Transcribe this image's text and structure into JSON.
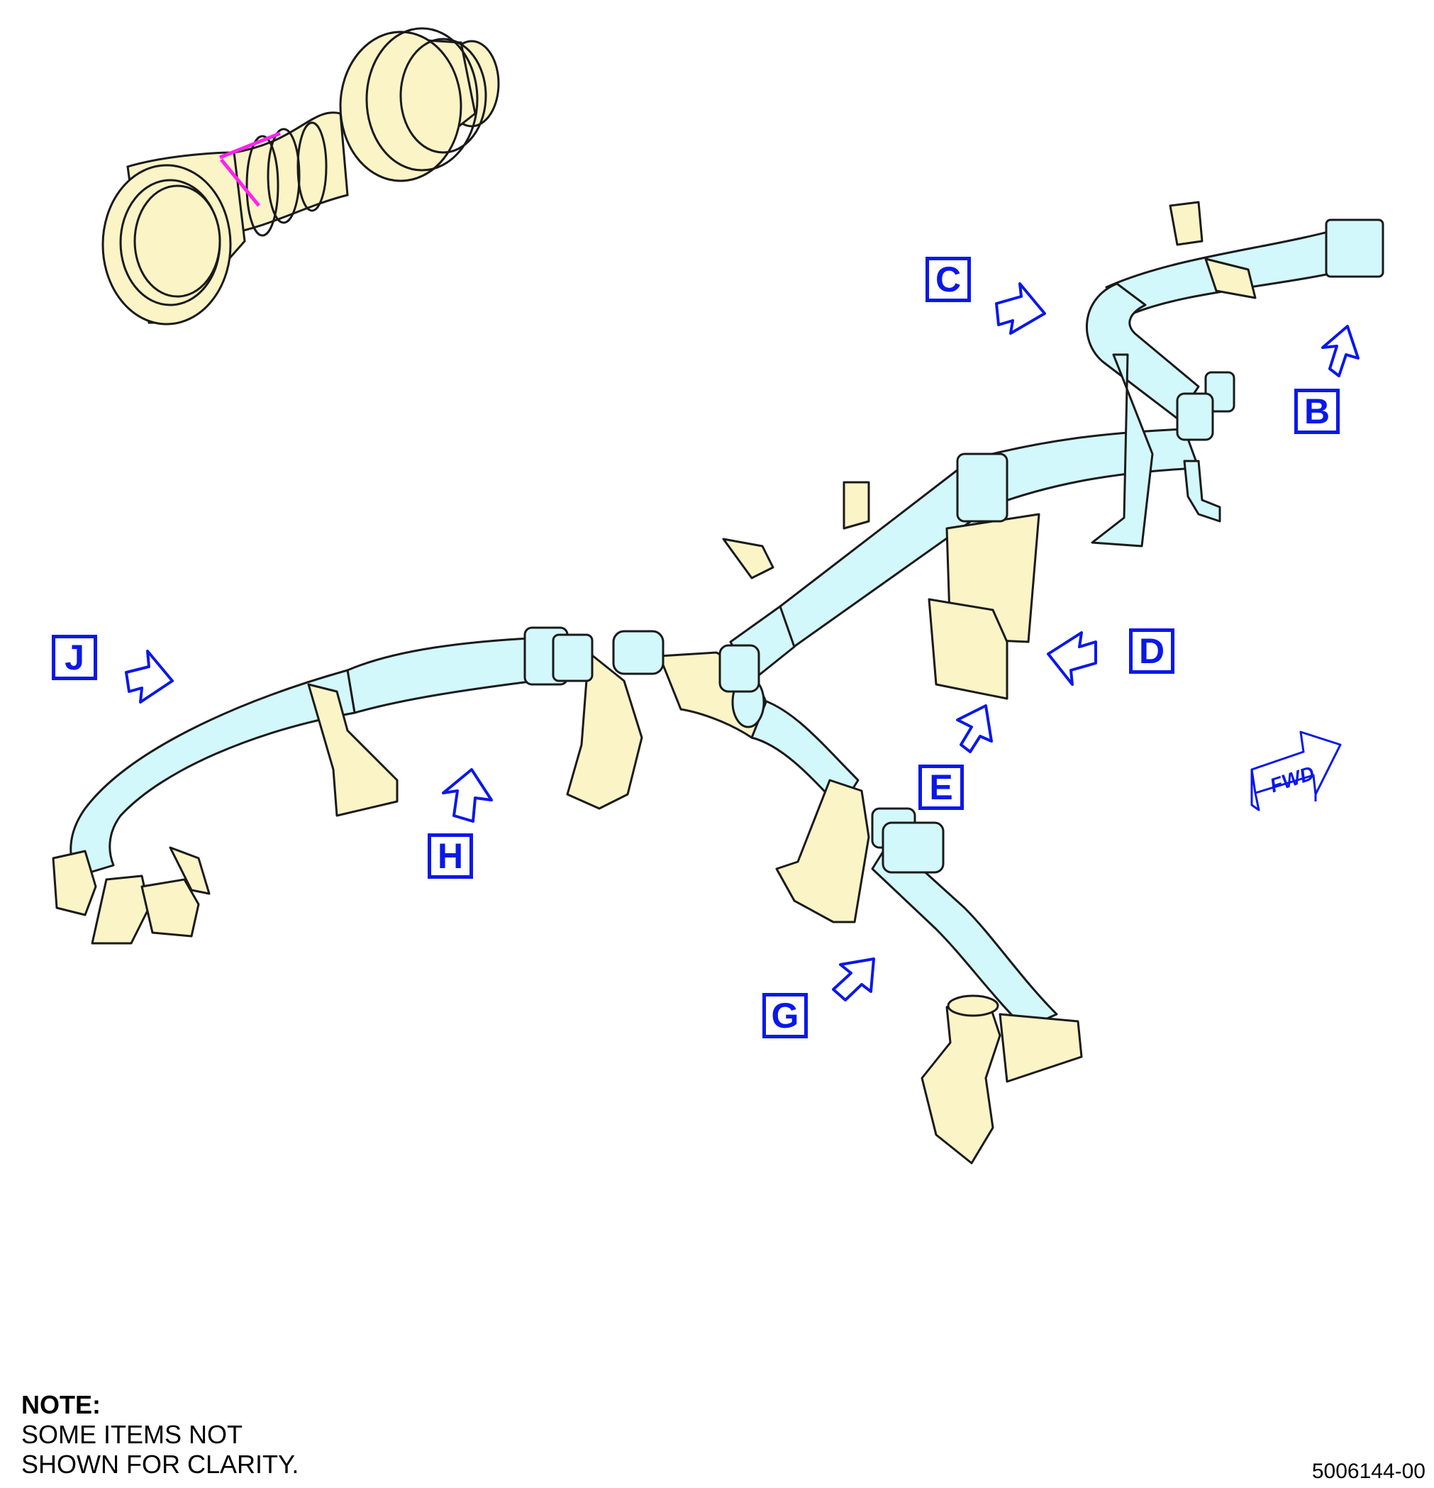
{
  "colors": {
    "duct": "#d2f8fb",
    "bracket": "#fbf4c6",
    "engine": "#fbf4c6",
    "outline": "#1a1a1a",
    "callout": "#0a18e8",
    "highlight": "#ff22ee"
  },
  "callouts": [
    "C",
    "B",
    "J",
    "D",
    "H",
    "E",
    "G"
  ],
  "fwd_label": "FWD",
  "note": {
    "heading": "NOTE:",
    "line1": "SOME ITEMS NOT",
    "line2": "SHOWN FOR CLARITY."
  },
  "figure_number": "5006144-00"
}
